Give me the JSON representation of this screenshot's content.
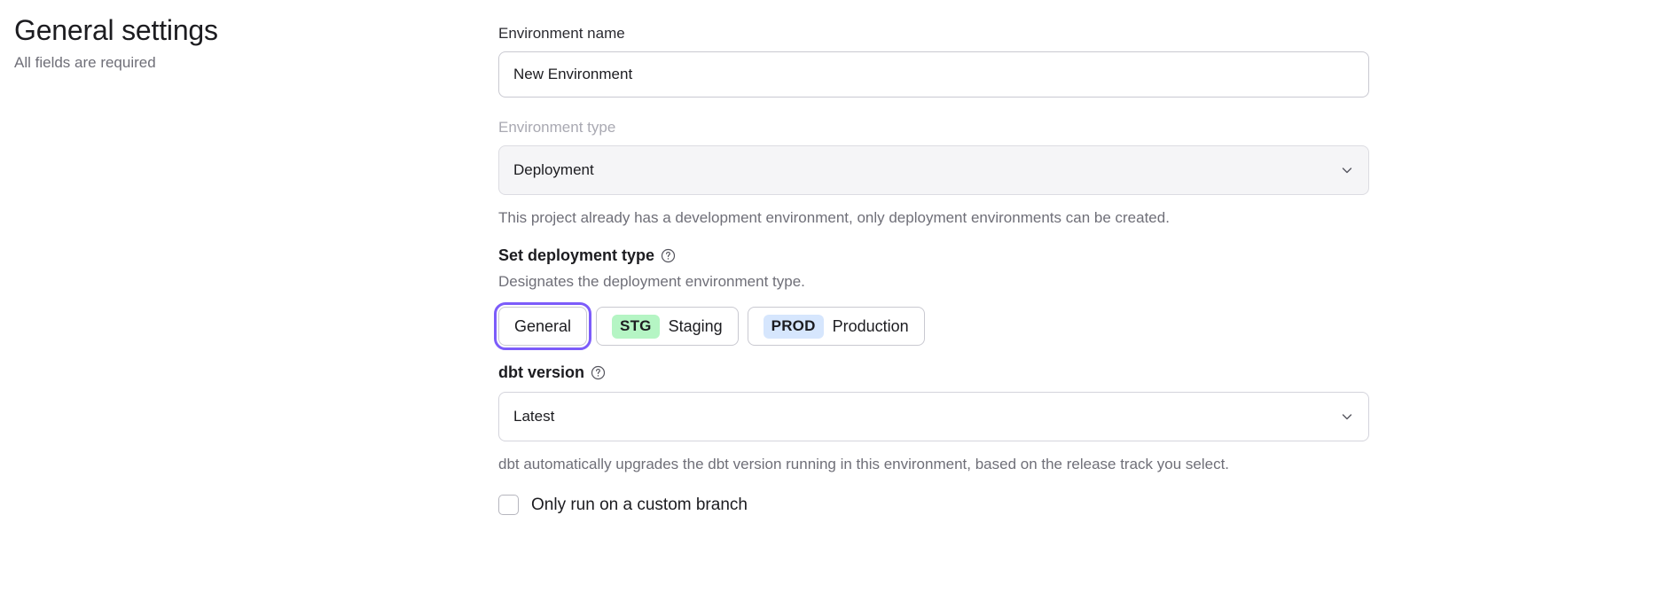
{
  "header": {
    "title": "General settings",
    "subtitle": "All fields are required"
  },
  "form": {
    "environment_name": {
      "label": "Environment name",
      "value": "New Environment",
      "placeholder": "New Environment"
    },
    "environment_type": {
      "label": "Environment type",
      "value": "Deployment",
      "disabled": true,
      "help_text": "This project already has a development environment, only deployment environments can be created.",
      "chevron_icon": "chevron-down-icon"
    },
    "deployment_type": {
      "heading": "Set deployment type",
      "help_icon": "question-circle-icon",
      "description": "Designates the deployment environment type.",
      "options": [
        {
          "label": "General",
          "badge": "",
          "badge_color": "",
          "selected": true
        },
        {
          "label": "Staging",
          "badge": "STG",
          "badge_color": "#b5f5c4",
          "selected": false
        },
        {
          "label": "Production",
          "badge": "PROD",
          "badge_color": "#d6e6fd",
          "selected": false
        }
      ]
    },
    "dbt_version": {
      "heading": "dbt version",
      "help_icon": "question-circle-icon",
      "value": "Latest",
      "help_text": "dbt automatically upgrades the dbt version running in this environment, based on the release track you select.",
      "chevron_icon": "chevron-down-icon"
    },
    "custom_branch": {
      "label": "Only run on a custom branch",
      "checked": false
    }
  },
  "colors": {
    "focus_ring": "#7c5cfa",
    "stg_badge": "#b5f5c4",
    "prod_badge": "#d6e6fd",
    "text_primary": "#1c1c20",
    "text_muted": "#6f6f78"
  }
}
